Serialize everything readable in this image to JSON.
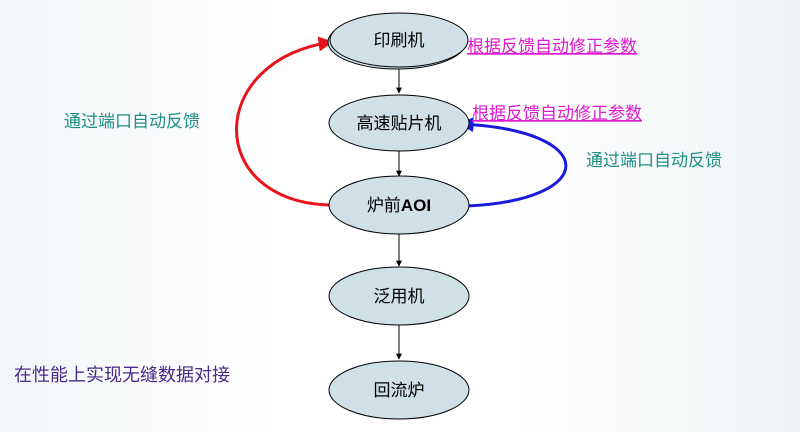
{
  "nodes": {
    "printer": "印刷机",
    "pick_place": "高速贴片机",
    "aoi_prefix": "炉前",
    "aoi_suffix": "AOI",
    "general": "泛用机",
    "reflow": "回流炉"
  },
  "labels": {
    "correct_params_1": "根据反馈自动修正参数",
    "correct_params_2": "根据反馈自动修正参数",
    "port_feedback_left": "通过端口自动反馈",
    "port_feedback_right": "通过端口自动反馈",
    "bottom_note": "在性能上实现无缝数据对接"
  },
  "colors": {
    "node_fill": "#cfe0e6",
    "node_stroke": "#000000",
    "left_arc": "#e8141c",
    "right_arc": "#1a1adc",
    "magenta_text": "#e01ad0",
    "teal_text": "#1f8f86",
    "bottom_text": "#4a2a8a"
  }
}
